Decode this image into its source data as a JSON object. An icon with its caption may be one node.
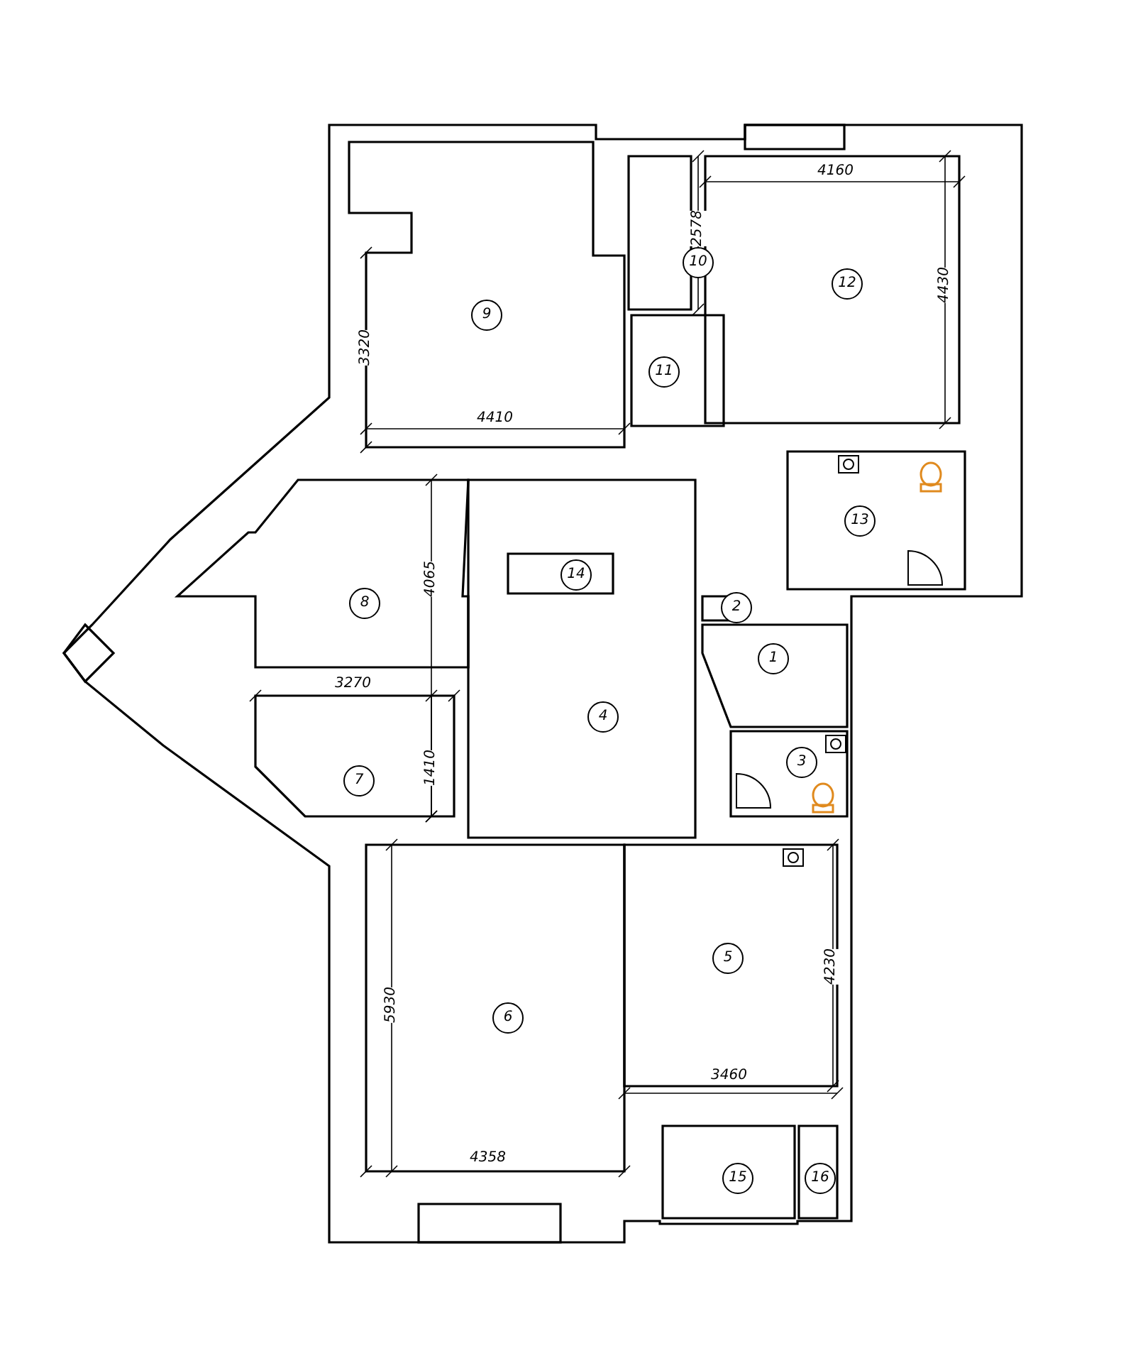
{
  "diagram": {
    "nodes": [
      {
        "text": [
          "10"
        ]
      },
      {
        "text": [
          "12"
        ]
      },
      {
        "text": [
          "9"
        ]
      },
      {
        "text": [
          "11"
        ]
      },
      {
        "text": [
          "13"
        ]
      },
      {
        "text": [
          "14"
        ]
      },
      {
        "text": [
          "8"
        ]
      },
      {
        "text": [
          "2"
        ]
      },
      {
        "text": [
          "1"
        ]
      },
      {
        "text": [
          "4"
        ]
      },
      {
        "text": [
          "3"
        ]
      },
      {
        "text": [
          "7"
        ]
      },
      {
        "text": [
          "5"
        ]
      },
      {
        "text": [
          "6"
        ]
      },
      {
        "text": [
          "15"
        ]
      },
      {
        "text": [
          "16"
        ]
      }
    ],
    "edges": [],
    "labels": [
      "4160",
      "2578",
      "4430",
      "3320",
      "4410",
      "4065",
      "3270",
      "1410",
      "5930",
      "4230",
      "3460",
      "4358"
    ]
  }
}
